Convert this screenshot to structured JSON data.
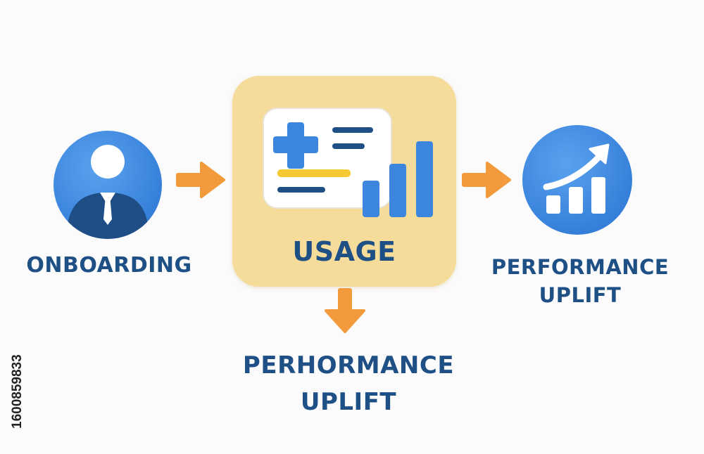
{
  "steps": {
    "onboarding": {
      "label": "ONBOARDING",
      "icon": "person-icon"
    },
    "usage": {
      "label": "USAGE",
      "icon": "dashboard-card-icon"
    },
    "performance_right": {
      "line1": "PERFORMANCE",
      "line2": "UPLIFT",
      "icon": "growth-chart-icon"
    },
    "performance_bottom": {
      "line1": "PERHORMANCE",
      "line2": "UPLIFT"
    }
  },
  "arrows": {
    "icon": "arrow-icon"
  },
  "watermark_id": "1600859833",
  "colors": {
    "blue": "#3d86e0",
    "dark_blue": "#1e4f85",
    "orange": "#f29a3c",
    "usage_box": "#f6dc9a",
    "yellow_bar": "#f5c933"
  }
}
